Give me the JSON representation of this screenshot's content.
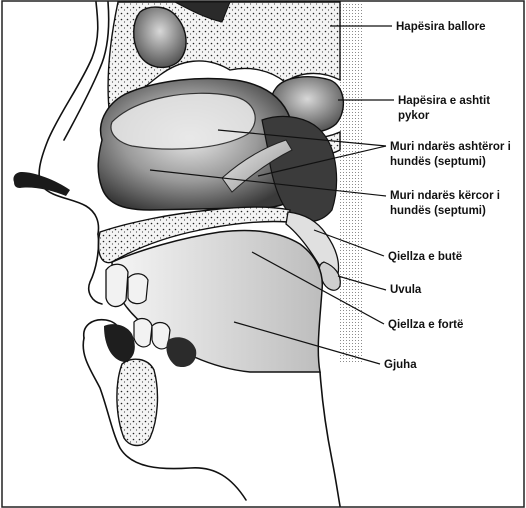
{
  "labels": {
    "sinus_frontal": "Hapësira ballore",
    "sinus_sphenoid_line1": "Hapësira e ashtit",
    "sinus_sphenoid_line2": "pykor",
    "bony_septum_line1": "Muri ndarës ashtëror i",
    "bony_septum_line2": "hundës (septumi)",
    "cartilage_septum_line1": "Muri ndarës kërcor i",
    "cartilage_septum_line2": "hundës (septumi)",
    "soft_palate": "Qiellza e butë",
    "uvula": "Uvula",
    "hard_palate": "Qiellza e fortë",
    "tongue": "Gjuha"
  },
  "colors": {
    "ink": "#111111",
    "shade_dark": "#2a2a2a",
    "shade_mid": "#6e6e6e",
    "shade_light": "#d9d9d9",
    "watermark": "#e6e6e6"
  }
}
